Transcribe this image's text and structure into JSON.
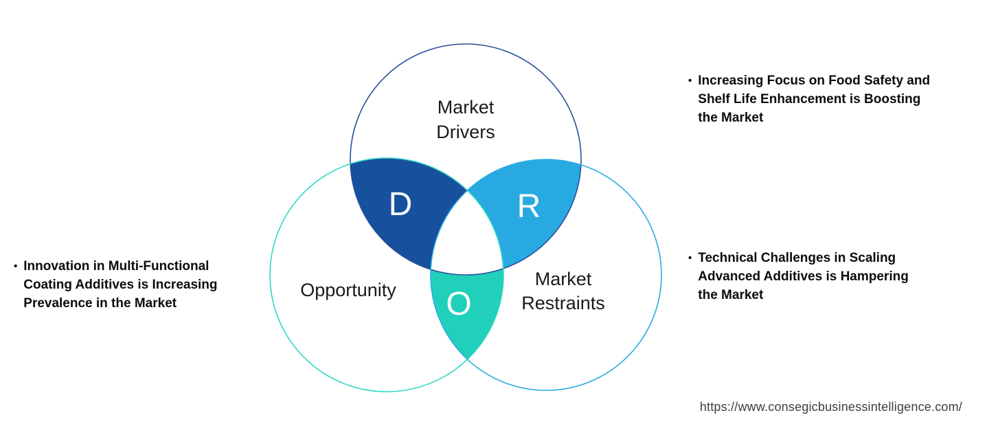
{
  "venn": {
    "drivers": {
      "label_line1": "Market",
      "label_line2": "Drivers",
      "letter": "D",
      "circle_stroke": "#27509b",
      "lens_fill": "#17509d"
    },
    "opportunity": {
      "label": "Opportunity",
      "letter": "O",
      "circle_stroke": "#2ed9c3",
      "lens_fill": "#21d0bb"
    },
    "restraints": {
      "label_line1": "Market",
      "label_line2": "Restraints",
      "letter": "R",
      "circle_stroke": "#2aabe2",
      "lens_fill": "#29a9e1"
    },
    "center_fill": "#ffffff"
  },
  "bullets": {
    "marker": "•",
    "left": "Innovation in Multi-Functional\nCoating Additives is Increasing\nPrevalence in the Market",
    "right_top": "Increasing Focus on Food Safety and\nShelf Life Enhancement is Boosting\nthe Market",
    "right_bottom": "Technical Challenges in Scaling\nAdvanced Additives is Hampering\nthe Market"
  },
  "footer": {
    "url": "https://www.consegicbusinessintelligence.com/"
  }
}
